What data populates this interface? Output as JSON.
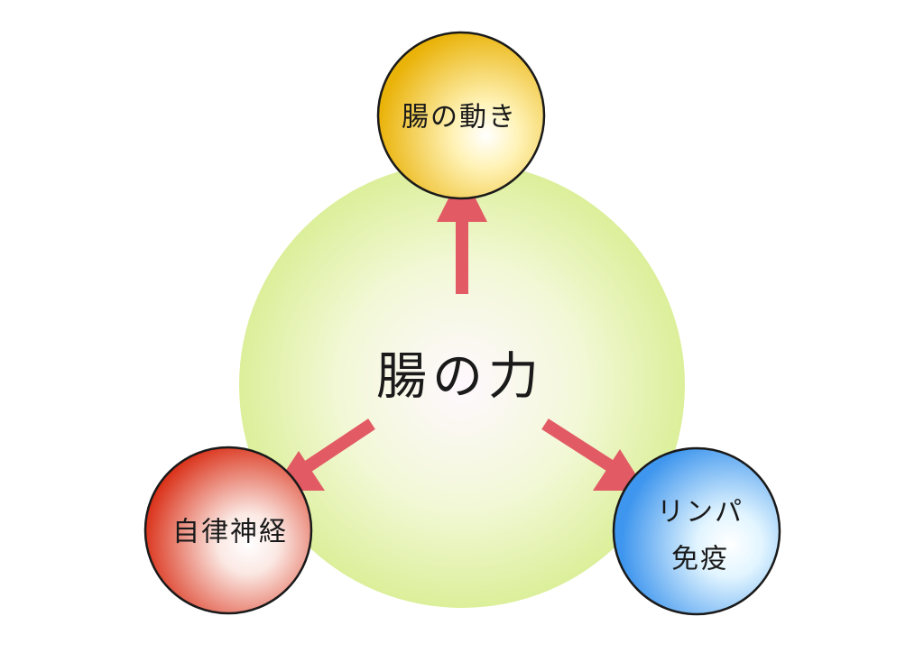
{
  "center": {
    "label": "腸の力",
    "fill_edge": "#dcef9a",
    "fill_center": "#fff8ff"
  },
  "nodes": [
    {
      "id": "top",
      "label_lines": [
        "腸の動き"
      ],
      "color": "#eab30a"
    },
    {
      "id": "left",
      "label_lines": [
        "自律神経"
      ],
      "color": "#d92b12"
    },
    {
      "id": "right",
      "label_lines": [
        "リンパ",
        "免疫"
      ],
      "color": "#3f96ee"
    }
  ],
  "arrow_color": "#e25a64",
  "outline_color": "#1a1a1a"
}
